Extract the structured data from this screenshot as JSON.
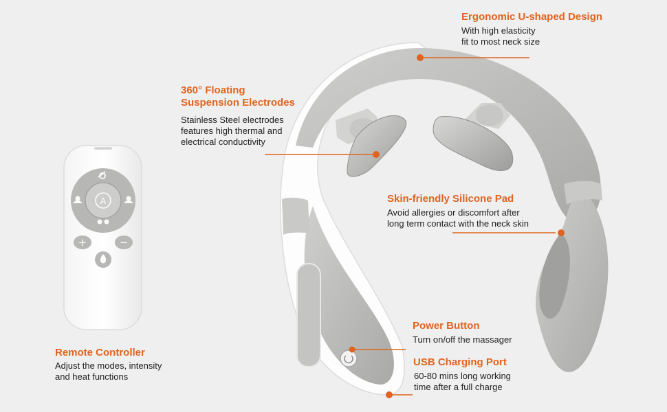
{
  "colors": {
    "accent": "#e0641f",
    "background": "#efefef",
    "device_gray": "#b9b9b7",
    "device_white": "#fdfdfd"
  },
  "callouts": {
    "ergonomic": {
      "title": "Ergonomic U-shaped Design",
      "lines": [
        "With high elasticity",
        "fit to most neck size"
      ]
    },
    "electrodes": {
      "title_lines": [
        "360° Floating",
        "Suspension Electrodes"
      ],
      "lines": [
        "Stainless Steel electrodes",
        "features high thermal and",
        "electrical conductivity"
      ]
    },
    "silicone": {
      "title": "Skin-friendly Silicone Pad",
      "lines": [
        "Avoid allergies or discomfort after",
        "long term contact with the neck skin"
      ]
    },
    "power": {
      "title": "Power Button",
      "lines": [
        "Turn on/off the massager"
      ]
    },
    "usb": {
      "title": "USB Charging Port",
      "lines": [
        "60-80 mins long working",
        "time after a full charge"
      ]
    },
    "remote": {
      "title": "Remote Controller",
      "lines": [
        "Adjust the modes, intensity",
        "and heat functions"
      ]
    }
  },
  "remote_buttons": {
    "center_label": "A",
    "plus_label": "+",
    "minus_label": "−"
  }
}
